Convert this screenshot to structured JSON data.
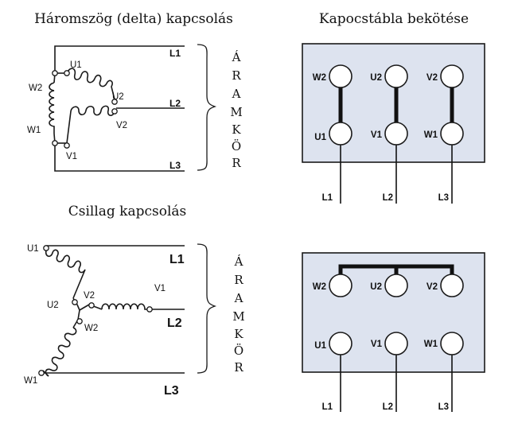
{
  "titles": {
    "delta": "Háromszög (delta) kapcsolás",
    "star": "Csillag kapcsolás",
    "terminal": "Kapocstábla bekötése"
  },
  "circuit_letters": [
    "Á",
    "R",
    "A",
    "M",
    "K",
    "Ö",
    "R"
  ],
  "delta_labels": {
    "L1": "L1",
    "L2": "L2",
    "L3": "L3",
    "U1": "U1",
    "U2": "U2",
    "V1": "V1",
    "V2": "V2",
    "W1": "W1",
    "W2": "W2"
  },
  "star_labels": {
    "L1": "L1",
    "L2": "L2",
    "L3": "L3",
    "U1": "U1",
    "U2": "U2",
    "V1": "V1",
    "V2": "V2",
    "W1": "W1",
    "W2": "W2"
  },
  "terminal_delta": {
    "top": [
      "W2",
      "U2",
      "V2"
    ],
    "bottom": [
      "U1",
      "V1",
      "W1"
    ],
    "lines": [
      "L1",
      "L2",
      "L3"
    ]
  },
  "terminal_star": {
    "top": [
      "W2",
      "U2",
      "V2"
    ],
    "bottom": [
      "U1",
      "V1",
      "W1"
    ],
    "lines": [
      "L1",
      "L2",
      "L3"
    ]
  },
  "colors": {
    "board": "#dde3ef",
    "ink": "#1a1a1a"
  }
}
